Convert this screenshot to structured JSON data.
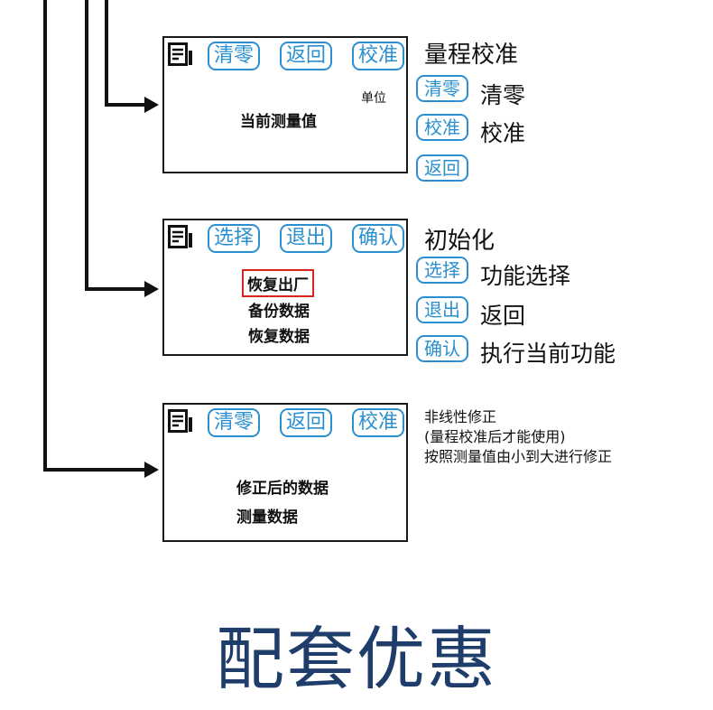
{
  "screen1": {
    "buttons": [
      "清零",
      "返回",
      "校准"
    ],
    "unit_label": "单位",
    "value_label": "当前测量值"
  },
  "screen1_legend": {
    "title": "量程校准",
    "items": [
      {
        "key": "清零",
        "desc": "清零"
      },
      {
        "key": "校准",
        "desc": "校准"
      },
      {
        "key": "返回",
        "desc": ""
      }
    ]
  },
  "screen2": {
    "buttons": [
      "选择",
      "退出",
      "确认"
    ],
    "menu": [
      "恢复出厂",
      "备份数据",
      "恢复数据"
    ],
    "selected_index": 0
  },
  "screen2_legend": {
    "title": "初始化",
    "items": [
      {
        "key": "选择",
        "desc": "功能选择"
      },
      {
        "key": "退出",
        "desc": "返回"
      },
      {
        "key": "确认",
        "desc": "执行当前功能"
      }
    ]
  },
  "screen3": {
    "buttons": [
      "清零",
      "返回",
      "校准"
    ],
    "lines": [
      "修正后的数据",
      "测量数据"
    ]
  },
  "screen3_note": {
    "lines": [
      "非线性修正",
      "(量程校准后才能使用)",
      "按照测量值由小到大进行修正"
    ]
  },
  "footer": {
    "title": "配套优惠"
  },
  "colors": {
    "button_blue": "#2a8fd0",
    "highlight_red": "#d9251d",
    "footer_navy": "#1f3d6b"
  }
}
